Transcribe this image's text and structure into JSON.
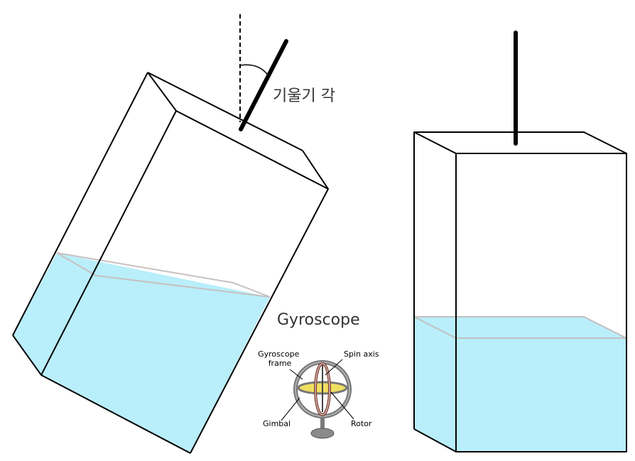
{
  "labels": {
    "tilt_angle": "기울기 각",
    "gyroscope_title": "Gyroscope",
    "gyroscope_frame": [
      "Gyroscope",
      "frame"
    ],
    "spin_axis": "Spin axis",
    "gimbal": "Gimbal",
    "rotor": "Rotor"
  },
  "colors": {
    "water": "#b9eefb",
    "water_edge": "#c0c0c0",
    "outline": "#000000",
    "rod": "#000000",
    "gyro_metal": "#8a8a8a",
    "rotor_disc": "#f0e060"
  },
  "icons": {
    "tilted_tank": "tilted-tank-icon",
    "upright_tank": "upright-tank-icon",
    "gyroscope": "gyroscope-icon"
  }
}
